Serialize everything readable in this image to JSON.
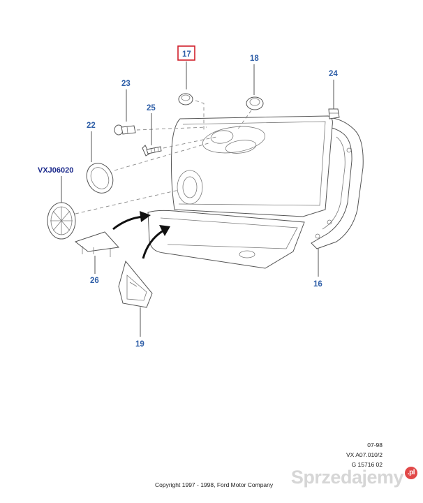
{
  "callouts": {
    "c17": "17",
    "c18": "18",
    "c23": "23",
    "c25": "25",
    "c24": "24",
    "c22": "22",
    "vxj": "VXJ06020",
    "c26": "26",
    "c19": "19",
    "c16": "16"
  },
  "footer": {
    "date": "07-98",
    "ref1": "VX A07.010/2",
    "ref2": "G 15716 02",
    "copyright": "Copyright 1997 - 1998, Ford Motor Company"
  },
  "watermark": {
    "text": "Sprzedajemy",
    "badge": ".pl"
  },
  "colors": {
    "callout": "#2f5fa8",
    "callout_dark": "#1c2a8c",
    "highlight_box": "#d01f2b"
  }
}
